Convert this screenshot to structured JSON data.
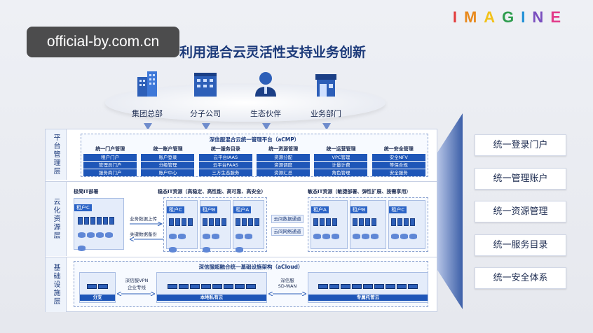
{
  "watermark": "official-by.com.cn",
  "brand": {
    "letters": [
      "I",
      "M",
      "A",
      "G",
      "I",
      "N",
      "E"
    ],
    "colors": [
      "#e23b3b",
      "#e88a1e",
      "#f2c21a",
      "#2f9d4f",
      "#1f8fd6",
      "#7a4fbf",
      "#e23b8a"
    ]
  },
  "title": "利用混合云灵活性支持业务创新",
  "users": [
    {
      "label": "集团总部",
      "icon": "building-icon"
    },
    {
      "label": "分子公司",
      "icon": "office-icon"
    },
    {
      "label": "生态伙伴",
      "icon": "person-icon"
    },
    {
      "label": "业务部门",
      "icon": "shop-icon"
    }
  ],
  "layers": {
    "platform": "平台管理层",
    "cloud": "云化资源层",
    "infra": "基础设施层"
  },
  "acmp": {
    "title": "深信服混合云统一管理平台（aCMP）",
    "columns": [
      {
        "head": "统一门户管理",
        "items": [
          "租户门户",
          "管理员门户",
          "服务商门户"
        ]
      },
      {
        "head": "统一账户管理",
        "items": [
          "账户登录",
          "分级管理",
          "账户中心"
        ]
      },
      {
        "head": "统一服务目录",
        "items": [
          "云平台IAAS",
          "云平台PAAS",
          "三方生态服务"
        ]
      },
      {
        "head": "统一资源管理",
        "items": [
          "资源分配",
          "资源调度",
          "资源汇总"
        ]
      },
      {
        "head": "统一运营管理",
        "items": [
          "VPC管理",
          "计量计费",
          "角色管理"
        ]
      },
      {
        "head": "统一安全管理",
        "items": [
          "安全NFV",
          "等保合规",
          "安全服务"
        ]
      }
    ]
  },
  "cloud": {
    "legacy": "稳态IT资源（高稳定、高性能、高可靠、高安全）",
    "agile": "敏态IT资源（敏捷部署、弹性扩展、按需享用）",
    "extreme": "极简IT部署",
    "tenant_left": "租户C",
    "legacy_tenants": [
      "租户C",
      "租户B",
      "租户A"
    ],
    "agile_tenants": [
      "租户A",
      "租户B",
      "租户C"
    ],
    "upload": "业务数据上传",
    "backup": "关键数据备份",
    "channels": [
      "云间数据通道",
      "云间网络通道"
    ]
  },
  "acloud": {
    "title": "深信服超融合统一基础设施架构（aCloud）",
    "segments": [
      "分支",
      "本地私有云",
      "专属托管云"
    ],
    "vpn": [
      "深信服VPN",
      "企业专线"
    ],
    "sdwan": [
      "深信服",
      "SD-WAN"
    ]
  },
  "right_buttons": [
    "统一登录门户",
    "统一管理账户",
    "统一资源管理",
    "统一服务目录",
    "统一安全体系"
  ]
}
